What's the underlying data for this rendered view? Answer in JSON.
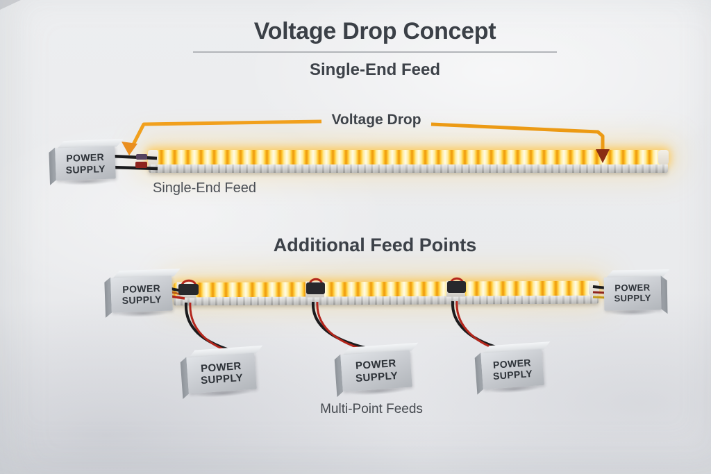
{
  "title": "Voltage Drop Concept",
  "sections": {
    "single_end": {
      "heading": "Single-End Feed",
      "callout_label": "Voltage Drop",
      "caption": "Single-End Feed",
      "psu_labels": [
        "POWER SUPPLY"
      ]
    },
    "multi_point": {
      "heading": "Additional Feed Points",
      "caption": "Multi-Point Feeds",
      "psu_labels": [
        "POWER SUPPLY",
        "POWER SUPPLY",
        "POWER SUPPLY",
        "POWER SUPPLY",
        "POWER SUPPLY"
      ]
    }
  },
  "colors": {
    "accent_orange": "#f1a01d",
    "arrow_dark_red": "#8a2d13",
    "wire_black": "#1b1b1d",
    "wire_red": "#b3261c",
    "led_bright": "#fffbe6",
    "led_amber": "#ffc52e",
    "title_text": "#3b4047",
    "background": "#ebecee"
  }
}
